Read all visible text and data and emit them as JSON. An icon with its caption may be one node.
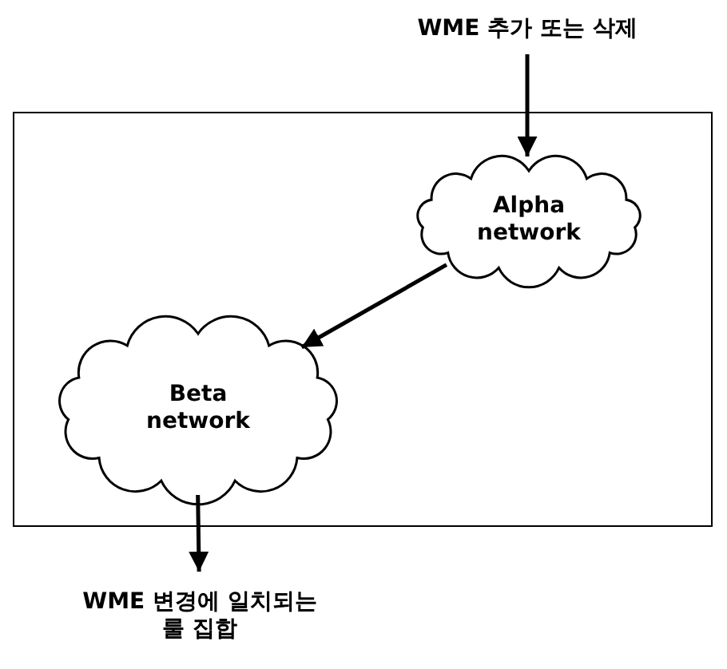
{
  "diagram": {
    "nodes": [
      {
        "text": [
          "WME 추가 또는 삭제"
        ]
      },
      {
        "text": [],
        "shape": "box"
      },
      {
        "text": [
          "Alpha network"
        ],
        "in": 1
      },
      {
        "text": [
          "Beta network"
        ],
        "in": 1
      },
      {
        "text": [
          "WME 변경에 일치되는 룰 집합"
        ]
      }
    ],
    "edges": [
      {
        "from": 0,
        "to": 2,
        "arrow": "to"
      },
      {
        "from": 2,
        "to": 3,
        "arrow": "to"
      },
      {
        "from": 3,
        "to": 4,
        "arrow": "to"
      }
    ]
  }
}
